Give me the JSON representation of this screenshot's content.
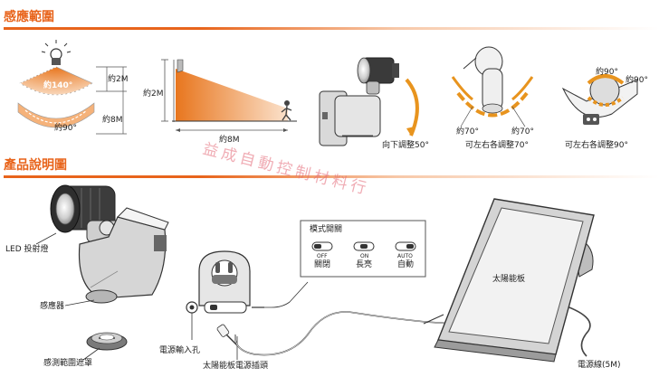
{
  "section_titles": {
    "sensing_range": "感應範圍",
    "product_diagram": "產品說明圖"
  },
  "sensing": {
    "angle_140": "約140°",
    "angle_90": "約90°",
    "height_2m_a": "約2M",
    "distance_8m_a": "約8M",
    "height_2m_b": "約2M",
    "distance_8m_b": "約8M"
  },
  "adjust": {
    "down_caption": "向下調整50°",
    "lr70_caption": "可左右各調整70°",
    "lr70_left": "約70°",
    "lr70_right": "約70°",
    "lr90_caption": "可左右各調整90°",
    "lr90_left": "約90°",
    "lr90_right": "約90°"
  },
  "parts": {
    "led_lamp": "LED 投射燈",
    "sensor": "感應器",
    "sensor_cover": "感測範圍遮罩",
    "power_input": "電源輸入孔",
    "solar_plug": "太陽能板電源插頭",
    "solar_panel": "太陽能板",
    "power_cable": "電源線(5M)"
  },
  "mode_switch": {
    "title": "模式開關",
    "modes": [
      {
        "top": "OFF",
        "label": "關閉"
      },
      {
        "top": "ON",
        "label": "長亮"
      },
      {
        "top": "AUTO",
        "label": "自動"
      }
    ]
  },
  "watermark": "益成自動控制材料行",
  "colors": {
    "accent": "#e8641b",
    "range_fill": "#f0a050"
  }
}
